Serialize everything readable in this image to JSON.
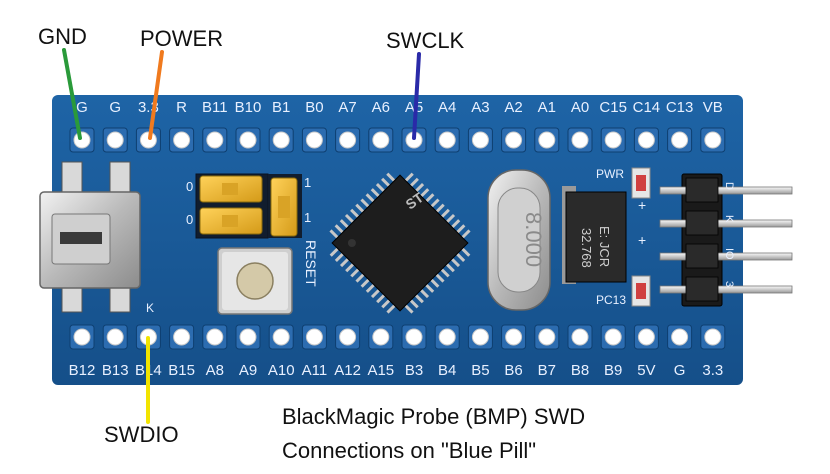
{
  "callouts": {
    "gnd": {
      "label": "GND",
      "color": "#2a9a3a"
    },
    "power": {
      "label": "POWER",
      "color": "#f07a1e"
    },
    "swclk": {
      "label": "SWCLK",
      "color": "#2a2aa8"
    },
    "swdio": {
      "label": "SWDIO",
      "color": "#f2e400"
    }
  },
  "caption": {
    "line1": "BlackMagic Probe (BMP) SWD",
    "line2": "Connections on \"Blue Pill\""
  },
  "board": {
    "pcb_color": "#1a5a9a",
    "top_header_labels": [
      "G",
      "G",
      "3.3",
      "R",
      "B11",
      "B10",
      "B1",
      "B0",
      "A7",
      "A6",
      "A5",
      "A4",
      "A3",
      "A2",
      "A1",
      "A0",
      "C15",
      "C14",
      "C13",
      "VB"
    ],
    "bottom_header_labels": [
      "B12",
      "B13",
      "B14",
      "B15",
      "A8",
      "A9",
      "A10",
      "A11",
      "A12",
      "A15",
      "B3",
      "B4",
      "B5",
      "B6",
      "B7",
      "B8",
      "B9",
      "5V",
      "G",
      "3.3"
    ],
    "reset_label": "RESET",
    "crystal_label": "8.000",
    "rtc_crystal_label": "32.768",
    "rtc_crystal_code": "E: JCR",
    "pwr_label": "PWR",
    "pc13_label": "PC13",
    "usb_k_label": "K",
    "jumper_labels": [
      "0",
      "1",
      "0",
      "1"
    ],
    "chip_label": "ST",
    "side_pin_labels": [
      "D",
      "K",
      "IO",
      "3"
    ]
  }
}
